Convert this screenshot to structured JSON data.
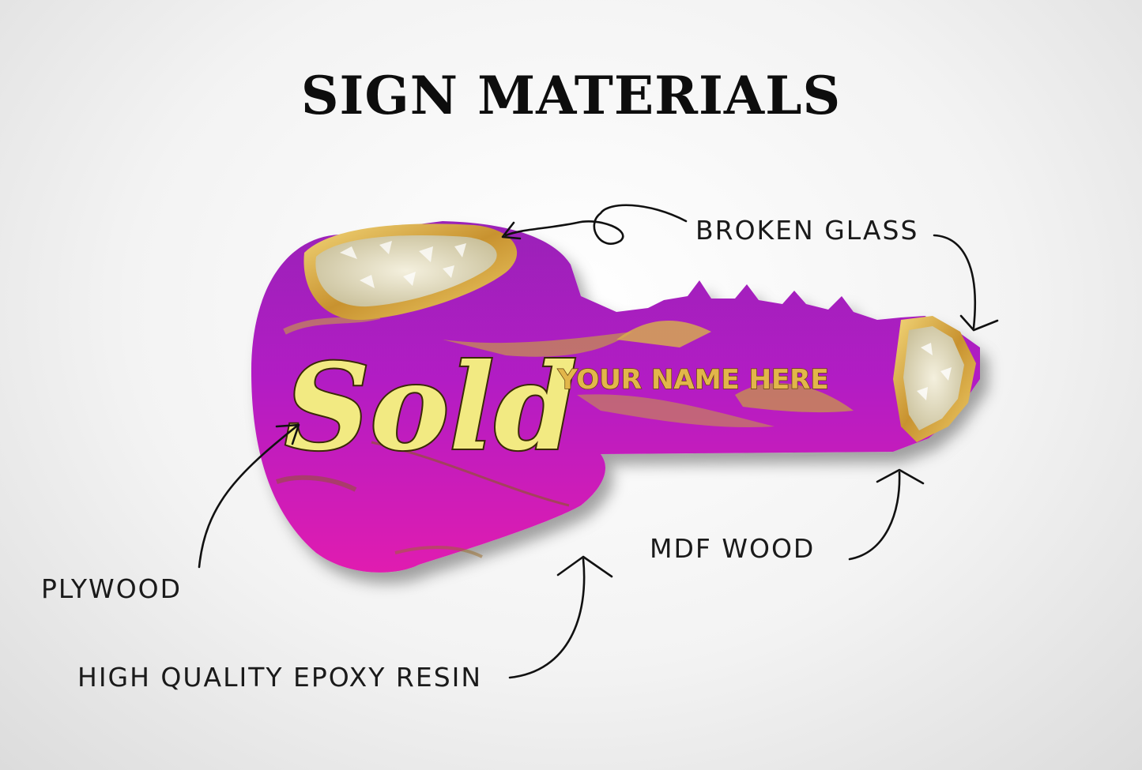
{
  "title": "SIGN MATERIALS",
  "sign": {
    "script_text": "Sold",
    "name_text": "YOUR NAME HERE"
  },
  "labels": {
    "broken_glass": "BROKEN GLASS",
    "mdf_wood": "MDF WOOD",
    "plywood": "PLYWOOD",
    "epoxy": "HIGH QUALITY EPOXY RESIN"
  },
  "colors": {
    "resin_purple": "#b21fc4",
    "resin_magenta": "#e01fb0",
    "gold": "#d8b24a",
    "script_yellow": "#f2ea82"
  }
}
